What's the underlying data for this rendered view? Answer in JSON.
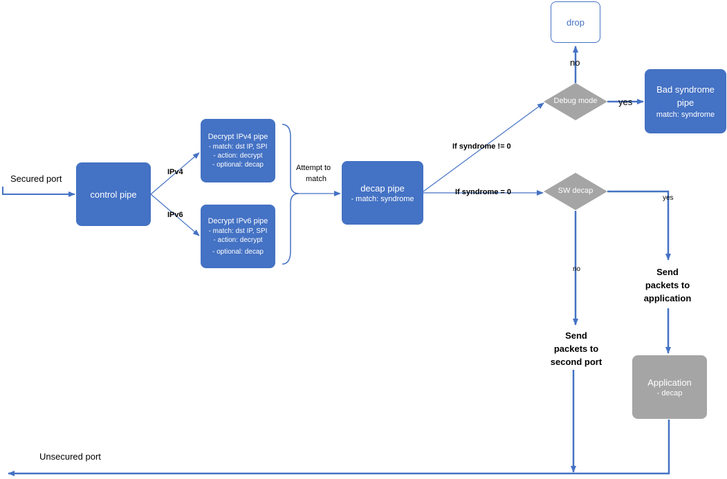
{
  "nodes": {
    "control_pipe": "control pipe",
    "decrypt_ipv4": {
      "title": "Decrypt IPv4 pipe",
      "line1": "- match: dst IP, SPI",
      "line2": "- action: decrypt",
      "line3": "- optional: decap"
    },
    "decrypt_ipv6": {
      "title": "Decrypt IPv6 pipe",
      "line1": "- match: dst IP, SPI",
      "line2": "- action: decrypt",
      "line3": "- optional: decap"
    },
    "decap_pipe": {
      "title": "decap pipe",
      "line1": "- match: syndrome"
    },
    "drop": "drop",
    "debug_mode": "Debug mode",
    "bad_syndrome": {
      "title_1": "Bad syndrome",
      "title_2": "pipe",
      "line1": "match: syndrome"
    },
    "sw_decap": "SW decap",
    "application": {
      "title": "Application",
      "line1": "- decap"
    }
  },
  "labels": {
    "secured_port": "Secured port",
    "unsecured_port": "Unsecured port",
    "ipv4": "IPv4",
    "ipv6": "IPv6",
    "attempt_1": "Attempt to",
    "attempt_2": "match",
    "if_syndrome_ne": "If syndrome != 0",
    "if_syndrome_eq": "If syndrome = 0",
    "no_top": "no",
    "yes_right": "yes",
    "yes_sw": "yes",
    "no_sw": "no",
    "send_app_1": "Send",
    "send_app_2": "packets to",
    "send_app_3": "application",
    "send_second_1": "Send",
    "send_second_2": "packets to",
    "send_second_3": "second port"
  },
  "colors": {
    "blue": "#4472C4",
    "gray": "#A5A5A5",
    "arrow": "#4472C4"
  }
}
